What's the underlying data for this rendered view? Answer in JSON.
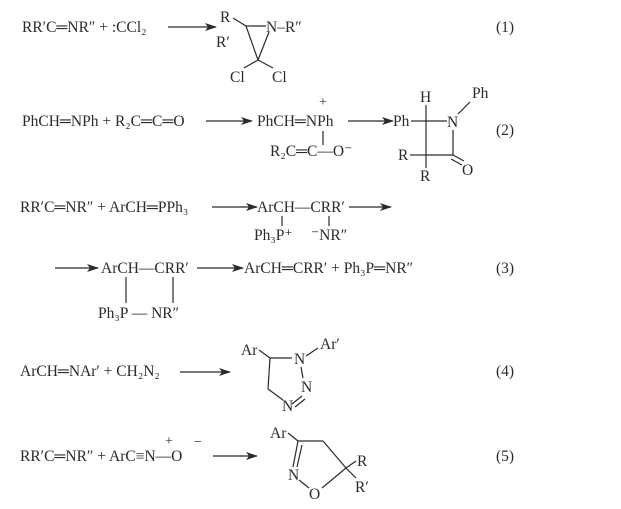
{
  "reactions": [
    {
      "number": "(1)",
      "reactants": "RR′C═NR″ + :CCl₂",
      "product": {
        "r1": "R",
        "r2": "R′",
        "n": "N–R″",
        "cl1": "Cl",
        "cl2": "Cl"
      }
    },
    {
      "number": "(2)",
      "reactants": "PhCH═NPh + R₂C═C═O",
      "intermediate": {
        "top": "PhCH═NPh",
        "charge": "+",
        "bottom": "R₂C═C—O⁻"
      },
      "product": {
        "ph_left": "Ph",
        "h": "H",
        "n": "N",
        "ph_n": "Ph",
        "r1": "R",
        "r2": "R",
        "o": "O"
      }
    },
    {
      "number": "(3)",
      "reactants": "RR′C═NR″ + ArCH═PPh₃",
      "intermediate1": {
        "top": "ArCH—CRR′",
        "p": "Ph₃P⁺",
        "n": "⁻NR″"
      },
      "intermediate2": {
        "top": "ArCH—CRR′",
        "bottom": "Ph₃P — NR″"
      },
      "products": "ArCH═CRR′ + Ph₃P═NR″"
    },
    {
      "number": "(4)",
      "reactants": "ArCH═NAr′ + CH₂N₂",
      "product": {
        "ar": "Ar",
        "n1": "N",
        "ar2": "Ar′",
        "n2": "N",
        "n3": "N"
      }
    },
    {
      "number": "(5)",
      "reactants": "RR′C═NR″ + ArC≡N—O",
      "charges": {
        "plus": "+",
        "minus": "−"
      },
      "product": {
        "ar": "Ar",
        "n": "N",
        "o": "O",
        "r1": "R",
        "r2": "R′"
      }
    }
  ]
}
